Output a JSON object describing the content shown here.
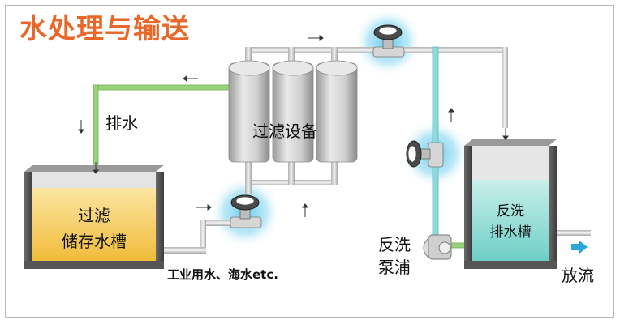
{
  "title": "水处理与输送",
  "labels": {
    "drain": "排水",
    "filter_equipment": "过滤设备",
    "filter_tank_line1": "过滤",
    "filter_tank_line2": "储存水槽",
    "source": "工业用水、海水etc.",
    "backwash_pump_line1": "反洗",
    "backwash_pump_line2": "泵浦",
    "backwash_tank_line1": "反洗",
    "backwash_tank_line2": "排水槽",
    "discharge": "放流"
  },
  "colors": {
    "title": "#e8682a",
    "pipe_gray": "#dcdcdc",
    "pipe_green": "#9ad27a",
    "pipe_cyan": "#7fd3d8",
    "filter_water": "#f2c24b",
    "backwash_water": "#8fd9d2",
    "glow": "#5bc6e8",
    "arrow_discharge": "#2aa6d9"
  },
  "icons": [
    "flow-meter-icon",
    "flow-arrow-icon",
    "pump-icon"
  ]
}
